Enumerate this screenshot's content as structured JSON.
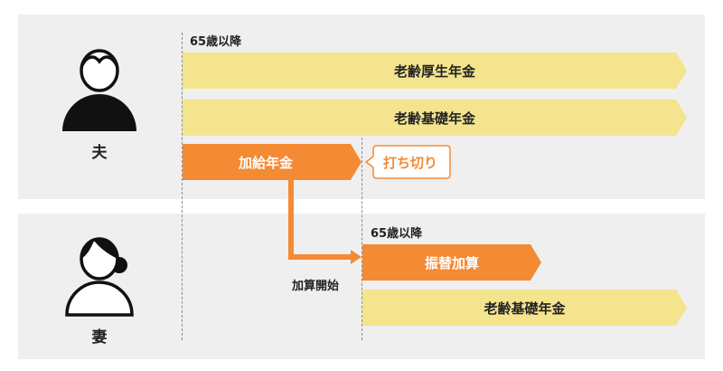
{
  "husband": {
    "label": "夫",
    "age_marker": "65歳以降",
    "bars": {
      "employee_pension": "老齢厚生年金",
      "basic_pension": "老齢基礎年金",
      "additional_pension": "加給年金"
    },
    "stop_label": "打ち切り"
  },
  "wife": {
    "label": "妻",
    "age_marker": "65歳以降",
    "bars": {
      "transfer_addition": "振替加算",
      "basic_pension": "老齢基礎年金"
    }
  },
  "connector": {
    "label": "加算開始"
  },
  "colors": {
    "panel_bg": "#efefef",
    "yellow_bar": "#f4e48e",
    "orange_bar": "#f58a35",
    "icon_black": "#111111"
  }
}
